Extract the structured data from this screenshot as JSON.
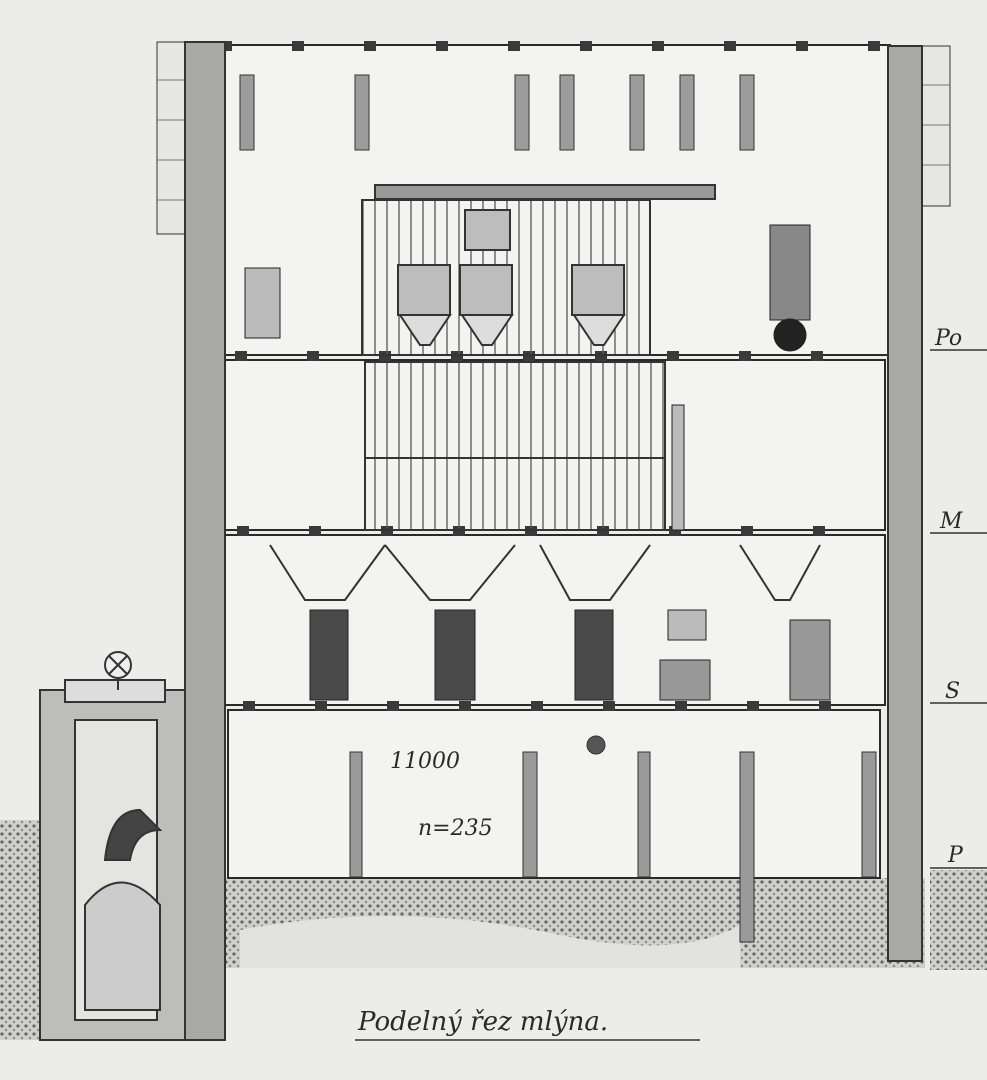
{
  "drawing": {
    "title": "Podelný řez mlýna.",
    "dimension_label": "11000",
    "speed_label": "n=235",
    "floor_labels": [
      "Po",
      "M",
      "S",
      "P"
    ]
  },
  "colors": {
    "paper": "#ececea",
    "ink": "#2a2a2a",
    "shade": "#8a8a8a",
    "dark_machine": "#4a4a4a"
  }
}
